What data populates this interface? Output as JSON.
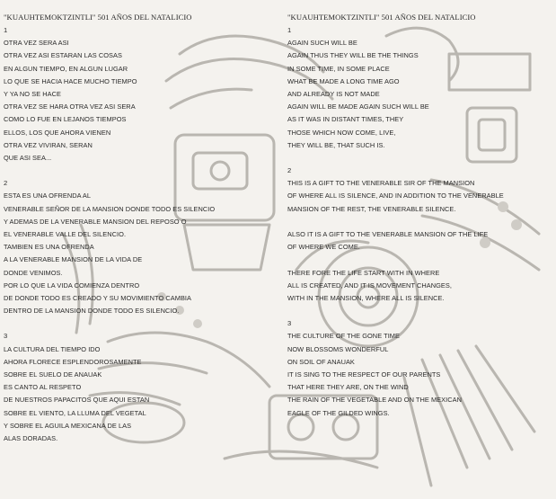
{
  "left": {
    "title": "\"KUAUHTEMOKTZINTLI\" 501 AÑOS DEL NATALICIO",
    "stanzas": [
      {
        "number": "1",
        "lines": [
          "OTRA VEZ SERA ASI",
          "OTRA VEZ ASI ESTARAN LAS COSAS",
          "EN ALGUN TIEMPO, EN ALGUN LUGAR",
          "LO QUE SE HACIA HACE MUCHO TIEMPO",
          "Y YA NO SE HACE",
          "OTRA VEZ SE HARA OTRA VEZ ASI SERA",
          "COMO LO FUE EN LEJANOS TIEMPOS",
          "ELLOS, LOS QUE AHORA VIENEN",
          "OTRA VEZ VIVIRAN, SERAN",
          "QUE ASI SEA..."
        ]
      },
      {
        "number": "2",
        "lines": [
          "ESTA ES UNA OFRENDA AL",
          "VENERABLE SEÑOR DE LA MANSION DONDE TODO ES SILENCIO",
          "Y ADEMAS DE LA VENERABLE MANSION DEL REPOSO O",
          "EL VENERABLE VALLE DEL SILENCIO.",
          "TAMBIEN ES UNA OFRENDA",
          "A LA VENERABLE MANSION DE LA VIDA DE",
          "DONDE VENIMOS.",
          "POR LO QUE LA VIDA COMIENZA DENTRO",
          "DE DONDE TODO ES CREADO Y SU MOVIMIENTO CAMBIA",
          "DENTRO DE LA MANSION DONDE TODO ES SILENCIO."
        ]
      },
      {
        "number": "3",
        "lines": [
          "LA CULTURA DEL TIEMPO IDO",
          "AHORA FLORECE ESPLENDOROSAMENTE",
          "SOBRE EL SUELO DE ANAUAK",
          "ES CANTO AL RESPETO",
          "DE NUESTROS PAPACITOS QUE AQUI ESTAN",
          "SOBRE EL VIENTO, LA LLUMA DEL VEGETAL",
          "Y SOBRE EL AGUILA MEXICANA DE LAS",
          "ALAS DORADAS."
        ]
      }
    ]
  },
  "right": {
    "title": "\"KUAUHTEMOKTZINTLI\" 501 AÑOS DEL NATALICIO",
    "stanzas": [
      {
        "number": "1",
        "lines": [
          "AGAIN SUCH WILL BE",
          "AGAIN THUS THEY WILL BE THE THINGS",
          "IN SOME TIME, IN SOME PLACE",
          "WHAT BE MADE A LONG TIME AGO",
          "AND ALREADY IS NOT MADE",
          "AGAIN WILL BE MADE AGAIN SUCH WILL BE",
          "AS IT WAS IN DISTANT TIMES, THEY",
          "THOSE WHICH NOW COME, LIVE,",
          "THEY WILL BE, THAT SUCH IS."
        ]
      },
      {
        "number": "2",
        "lines": [
          "THIS IS A GIFT TO THE VENERABLE SIR OF THE MANSION",
          "OF WHERE ALL IS SILENCE, AND IN ADDITION TO THE VENERABLE",
          "MANSION OF THE REST, THE VENERABLE SILENCE.",
          "",
          "ALSO IT IS A GIFT TO THE VENERABLE MANSION OF THE LIFE",
          "OF WHERE WE COME.",
          "",
          "THERE FORE THE LIFE START WITH IN WHERE",
          "ALL IS CREATED, AND IT IS MOVEMENT CHANGES,",
          "WITH IN THE MANSION, WHERE ALL IS SILENCE."
        ]
      },
      {
        "number": "3",
        "lines": [
          "THE CULTURE OF THE GONE TIME",
          "NOW BLOSSOMS WONDERFUL",
          "ON SOIL OF ANAUAK",
          "IT IS SING TO THE RESPECT OF OUR PARENTS",
          "THAT HERE THEY ARE, ON THE WIND",
          "THE RAIN OF THE VEGETABLE AND ON THE MEXICAN",
          "EAGLE OF THE GILDED WINGS."
        ]
      }
    ]
  }
}
